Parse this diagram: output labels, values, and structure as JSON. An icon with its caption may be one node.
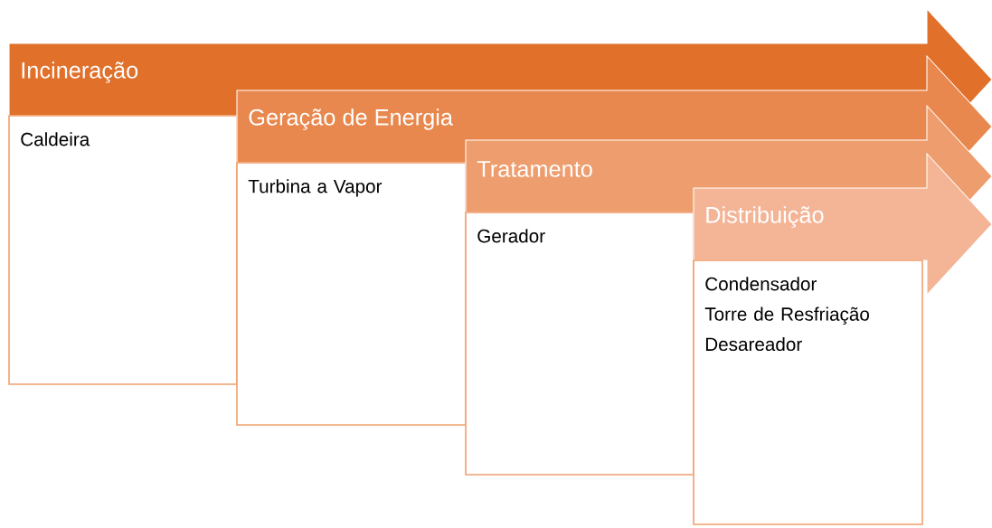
{
  "diagram": {
    "nodes": [
      {
        "text": [
          "Incineração"
        ]
      },
      {
        "text": [
          "Caldeira"
        ]
      },
      {
        "text": [
          "Geração de Energia"
        ]
      },
      {
        "text": [
          "Turbina a Vapor"
        ]
      },
      {
        "text": [
          "Tratamento"
        ]
      },
      {
        "text": [
          "Gerador"
        ]
      },
      {
        "text": [
          "Distribuição"
        ]
      },
      {
        "text": [
          "Condensador",
          "Torre de Resfriação",
          "Desareador"
        ]
      }
    ]
  }
}
